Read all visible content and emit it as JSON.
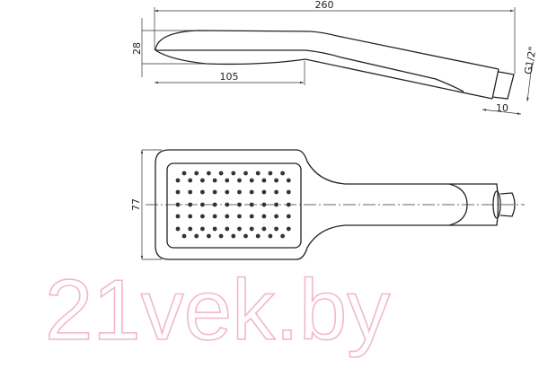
{
  "drawing": {
    "dimensions": {
      "overall_length": "260",
      "grip_length": "105",
      "head_thickness": "28",
      "head_width": "77",
      "thread": "G1/2\"",
      "connector_length": "10"
    },
    "nozzles": {
      "rows": 7,
      "row_counts": [
        9,
        10,
        10,
        10,
        10,
        10,
        9
      ]
    },
    "watermark": "21vek.by",
    "colors": {
      "line": "#222222",
      "watermark": "#f2b8c8"
    }
  }
}
